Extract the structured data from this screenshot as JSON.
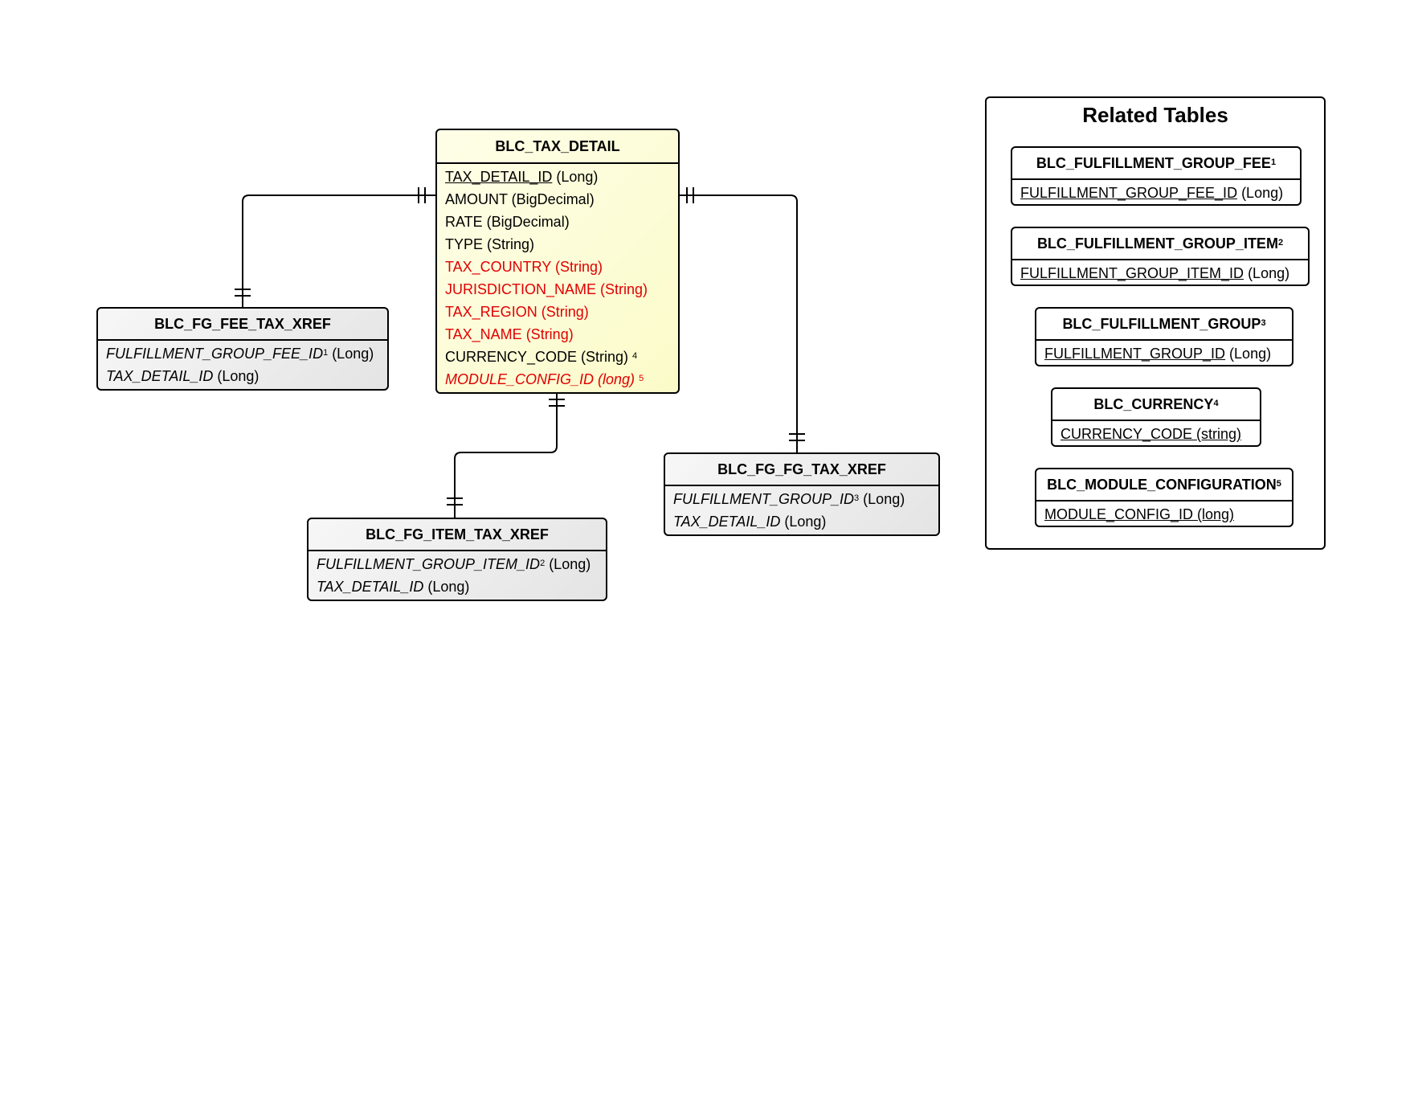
{
  "main_entity": {
    "name": "BLC_TAX_DETAIL",
    "fields": [
      {
        "name": "TAX_DETAIL_ID",
        "type": " (Long)",
        "pk": true,
        "italic": false,
        "red": false,
        "note": ""
      },
      {
        "name": "AMOUNT",
        "type": " (BigDecimal)",
        "pk": false,
        "italic": false,
        "red": false,
        "note": ""
      },
      {
        "name": "RATE",
        "type": " (BigDecimal)",
        "pk": false,
        "italic": false,
        "red": false,
        "note": ""
      },
      {
        "name": "TYPE",
        "type": " (String)",
        "pk": false,
        "italic": false,
        "red": false,
        "note": ""
      },
      {
        "name": "TAX_COUNTRY",
        "type": " (String)",
        "pk": false,
        "italic": false,
        "red": true,
        "note": ""
      },
      {
        "name": "JURISDICTION_NAME",
        "type": " (String)",
        "pk": false,
        "italic": false,
        "red": true,
        "note": ""
      },
      {
        "name": "TAX_REGION",
        "type": " (String)",
        "pk": false,
        "italic": false,
        "red": true,
        "note": ""
      },
      {
        "name": "TAX_NAME",
        "type": " (String)",
        "pk": false,
        "italic": false,
        "red": true,
        "note": ""
      },
      {
        "name": "CURRENCY_CODE",
        "type": " (String) ",
        "pk": false,
        "italic": false,
        "red": false,
        "note": "4"
      },
      {
        "name": "MODULE_CONFIG_ID",
        "type": " (long) ",
        "pk": false,
        "italic": true,
        "red": true,
        "note": "5"
      }
    ]
  },
  "xref_entities": {
    "fee": {
      "name": "BLC_FG_FEE_TAX_XREF",
      "fields": [
        {
          "name": "FULFILLMENT_GROUP_FEE_ID",
          "note": "1",
          "type": " (Long)"
        },
        {
          "name": "TAX_DETAIL_ID",
          "note": "",
          "type": " (Long)"
        }
      ]
    },
    "item": {
      "name": "BLC_FG_ITEM_TAX_XREF",
      "fields": [
        {
          "name": "FULFILLMENT_GROUP_ITEM_ID",
          "note": "2",
          "type": " (Long)"
        },
        {
          "name": "TAX_DETAIL_ID",
          "note": "",
          "type": " (Long)"
        }
      ]
    },
    "fg": {
      "name": "BLC_FG_FG_TAX_XREF",
      "fields": [
        {
          "name": "FULFILLMENT_GROUP_ID",
          "note": "3",
          "type": " (Long)"
        },
        {
          "name": "TAX_DETAIL_ID",
          "note": "",
          "type": " (Long)"
        }
      ]
    }
  },
  "related_tables": {
    "title": "Related Tables",
    "tables": [
      {
        "name": "BLC_FULFILLMENT_GROUP_FEE",
        "note": "1",
        "key": "FULFILLMENT_GROUP_FEE_ID",
        "type": " (Long)"
      },
      {
        "name": "BLC_FULFILLMENT_GROUP_ITEM",
        "note": "2",
        "key": "FULFILLMENT_GROUP_ITEM_ID",
        "type": " (Long)"
      },
      {
        "name": "BLC_FULFILLMENT_GROUP",
        "note": "3",
        "key": "FULFILLMENT_GROUP_ID",
        "type": " (Long)"
      },
      {
        "name": "BLC_CURRENCY",
        "note": "4",
        "key": "CURRENCY_CODE (string)",
        "type": ""
      },
      {
        "name": "BLC_MODULE_CONFIGURATION",
        "note": "5",
        "key": "MODULE_CONFIG_ID (long)",
        "type": ""
      }
    ]
  },
  "colors": {
    "line": "#000000",
    "red_field": "#e00000",
    "main_fill": "#fbfbc9",
    "xref_fill": "#e4e4e4"
  }
}
